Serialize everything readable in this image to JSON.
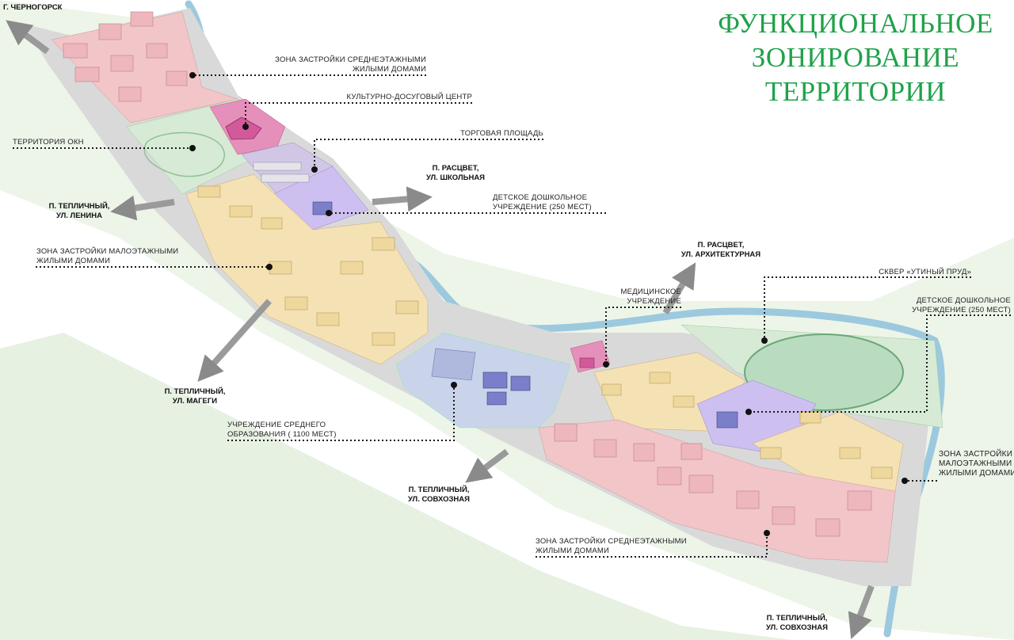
{
  "title": {
    "line1": "ФУНКЦИОНАЛЬНОЕ",
    "line2": "ЗОНИРОВАНИЕ",
    "line3": "ТЕРРИТОРИИ"
  },
  "colors": {
    "title": "#1fa24a",
    "residential_midrise": "#f2c5c8",
    "residential_lowrise": "#f5e2b4",
    "education": "#c9d3ea",
    "preschool": "#cdbff0",
    "culture": "#e58fbb",
    "green": "#d6ead5",
    "water": "#9cc9de",
    "road": "#b8b8b8"
  },
  "labels": {
    "midrise_north_1": "Зона застройки среднеэтажными",
    "midrise_north_2": "жилыми домами",
    "culture_center": "Культурно-досуговый центр",
    "trade_square": "Торговая площадь",
    "okn": "Территория ОКН",
    "kindergarten_1a": "Детское дошкольное",
    "kindergarten_1b": "учреждение (250 мест)",
    "lowrise_west_1": "Зона застройки малоэтажными",
    "lowrise_west_2": "жилыми домами",
    "medical_1": "Медицинское",
    "medical_2": "учреждение",
    "park": "Сквер «Утиный пруд»",
    "kindergarten_2a": "Детское дошкольное",
    "kindergarten_2b": "учреждение (250 мест)",
    "school_1": "Учреждение среднего",
    "school_2": "образования ( 1100 мест)",
    "lowrise_east_1": "Зона застройки",
    "lowrise_east_2": "малоэтажными",
    "lowrise_east_3": "жилыми домами",
    "midrise_south_1": "Зона застройки среднеэтажными",
    "midrise_south_2": "жилыми домами"
  },
  "directions": {
    "chernogorsk": "Г. ЧЕРНОГОРСК",
    "rassvet_school_1": "П. РАСЦВЕТ,",
    "rassvet_school_2": "УЛ. ШКОЛЬНАЯ",
    "teplichny_lenina_1": "П. ТЕПЛИЧНЫЙ,",
    "teplichny_lenina_2": "УЛ. ЛЕНИНА",
    "rassvet_arch_1": "П. РАСЦВЕТ,",
    "rassvet_arch_2": "УЛ. АРХИТЕКТУРНАЯ",
    "teplichny_magei_1": "П. ТЕПЛИЧНЫЙ,",
    "teplichny_magei_2": "УЛ. МАГЕГИ",
    "teplichny_sovkhoz_1": "П. ТЕПЛИЧНЫЙ,",
    "teplichny_sovkhoz_2": "УЛ. СОВХОЗНАЯ",
    "teplichny_sovkhoz_se_1": "П. ТЕПЛИЧНЫЙ,",
    "teplichny_sovkhoz_se_2": "УЛ. СОВХОЗНАЯ"
  }
}
